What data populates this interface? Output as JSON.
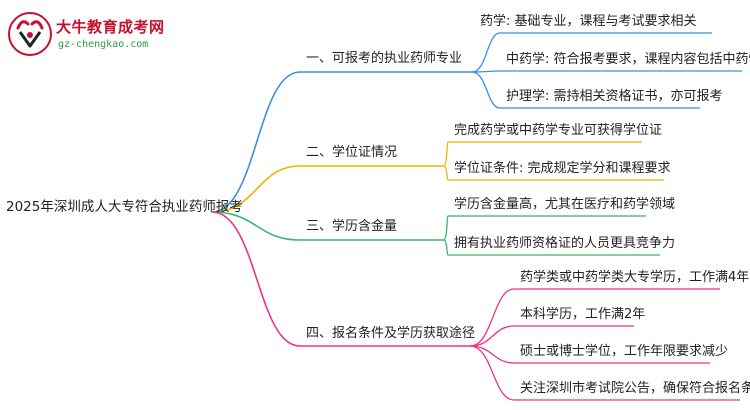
{
  "logo": {
    "name": "大牛教育成考网",
    "url": "gz-chengkao.com"
  },
  "root": "2025年深圳成人大专符合执业药师报考",
  "branches": [
    {
      "label": "一、可报考的执业药师专业",
      "color": "#3b8fe0",
      "leaves": [
        "药学: 基础专业，课程与考试要求相关",
        "中药学: 符合报考要求，课程内容包括中药性质",
        "护理学: 需持相关资格证书，亦可报考"
      ]
    },
    {
      "label": "二、学位证情况",
      "color": "#f0b400",
      "leaves": [
        "完成药学或中药学专业可获得学位证",
        "学位证条件: 完成规定学分和课程要求"
      ]
    },
    {
      "label": "三、学历含金量",
      "color": "#35b86a",
      "leaves": [
        "学历含金量高，尤其在医疗和药学领域",
        "拥有执业药师资格证的人员更具竞争力"
      ]
    },
    {
      "label": "四、报名条件及学历获取途径",
      "color": "#e8348a",
      "leaves": [
        "药学类或中药学类大专学历，工作满4年",
        "本科学历，工作满2年",
        "硕士或博士学位，工作年限要求减少",
        "关注深圳市考试院公告，确保符合报名条件"
      ]
    }
  ]
}
